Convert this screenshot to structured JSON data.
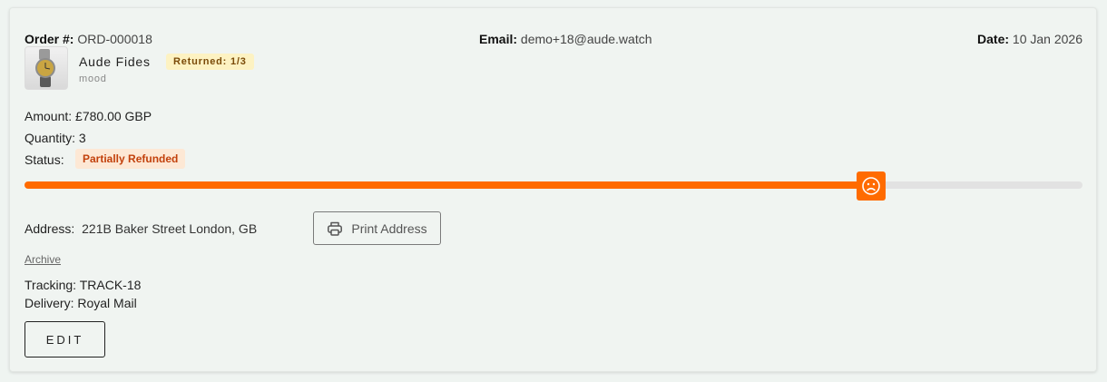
{
  "order": {
    "number_label": "Order #:",
    "number": "ORD-000018",
    "email_label": "Email:",
    "email": "demo+18@aude.watch",
    "date_label": "Date:",
    "date": "10 Jan 2026"
  },
  "product": {
    "name": "Aude Fides",
    "variant": "mood",
    "returned_badge": "Returned: 1/3",
    "thumbnail_icon": "watch-thumbnail"
  },
  "details": {
    "amount_label": "Amount:",
    "amount": "£780.00 GBP",
    "quantity_label": "Quantity:",
    "quantity": "3",
    "status_label": "Status:",
    "status": "Partially Refunded"
  },
  "progress": {
    "percent": 80,
    "handle_icon": "sad-face-icon",
    "fill_color": "#ff6b00",
    "track_color": "#e2e2e2"
  },
  "address": {
    "label": "Address:",
    "value": "221B Baker Street London, GB",
    "print_button": "Print Address",
    "print_icon": "printer-icon"
  },
  "archive_link": "Archive",
  "shipping": {
    "tracking_label": "Tracking:",
    "tracking": "TRACK-18",
    "delivery_label": "Delivery:",
    "delivery": "Royal Mail"
  },
  "edit_button": "EDIT"
}
